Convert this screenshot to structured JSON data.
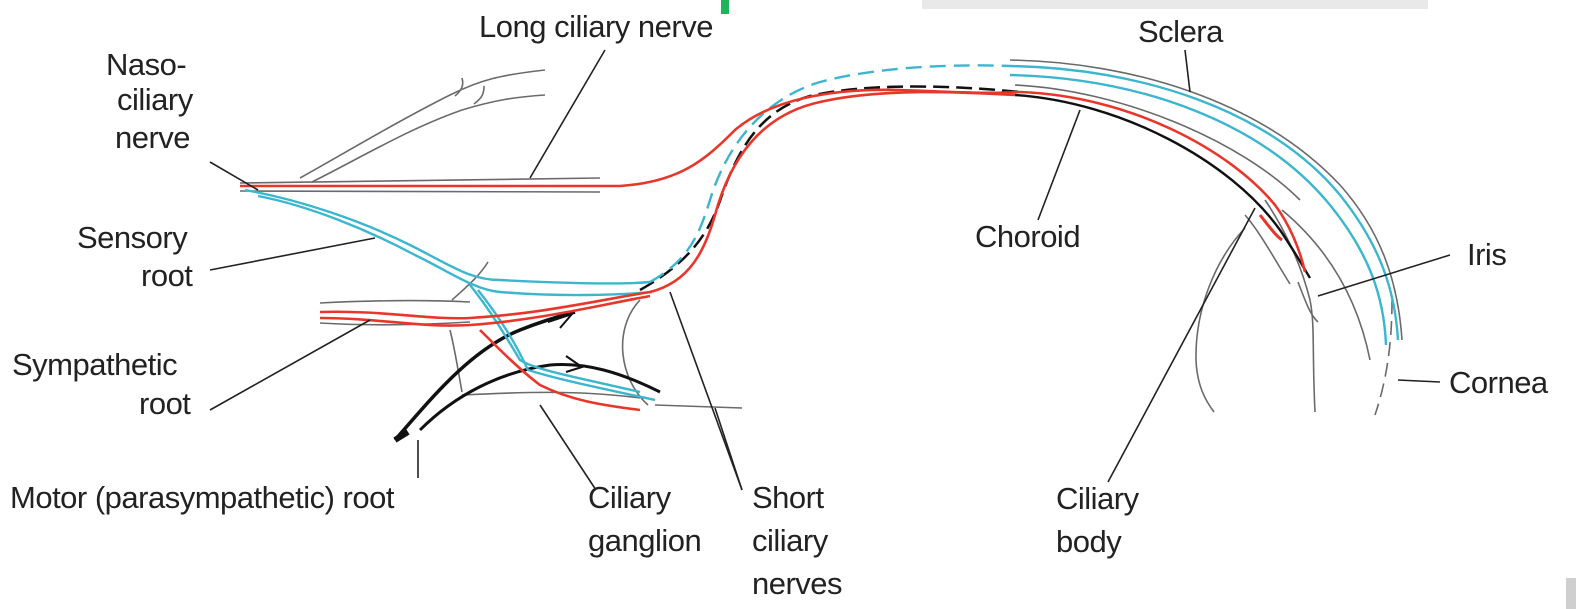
{
  "colors": {
    "red": "#e8362b",
    "blue": "#3cb6cf",
    "black": "#111111",
    "outline": "#6a6a6a",
    "leader": "#222222",
    "marker_green": "#1fb45a",
    "panel_gray": "#e9e9e9"
  },
  "labels": {
    "long_ciliary_nerve": "Long ciliary nerve",
    "sclera": "Sclera",
    "naso_1": "Naso-",
    "naso_2": "ciliary",
    "naso_3": "nerve",
    "sensory_1": "Sensory",
    "sensory_2": "root",
    "sympathetic_1": "Sympathetic",
    "sympathetic_2": "root",
    "motor_root": "Motor (parasympathetic) root",
    "ciliary_ganglion_1": "Ciliary",
    "ciliary_ganglion_2": "ganglion",
    "short_1": "Short",
    "short_2": "ciliary",
    "short_3": "nerves",
    "choroid": "Choroid",
    "iris": "Iris",
    "cornea": "Cornea",
    "ciliary_body_1": "Ciliary",
    "ciliary_body_2": "body"
  }
}
